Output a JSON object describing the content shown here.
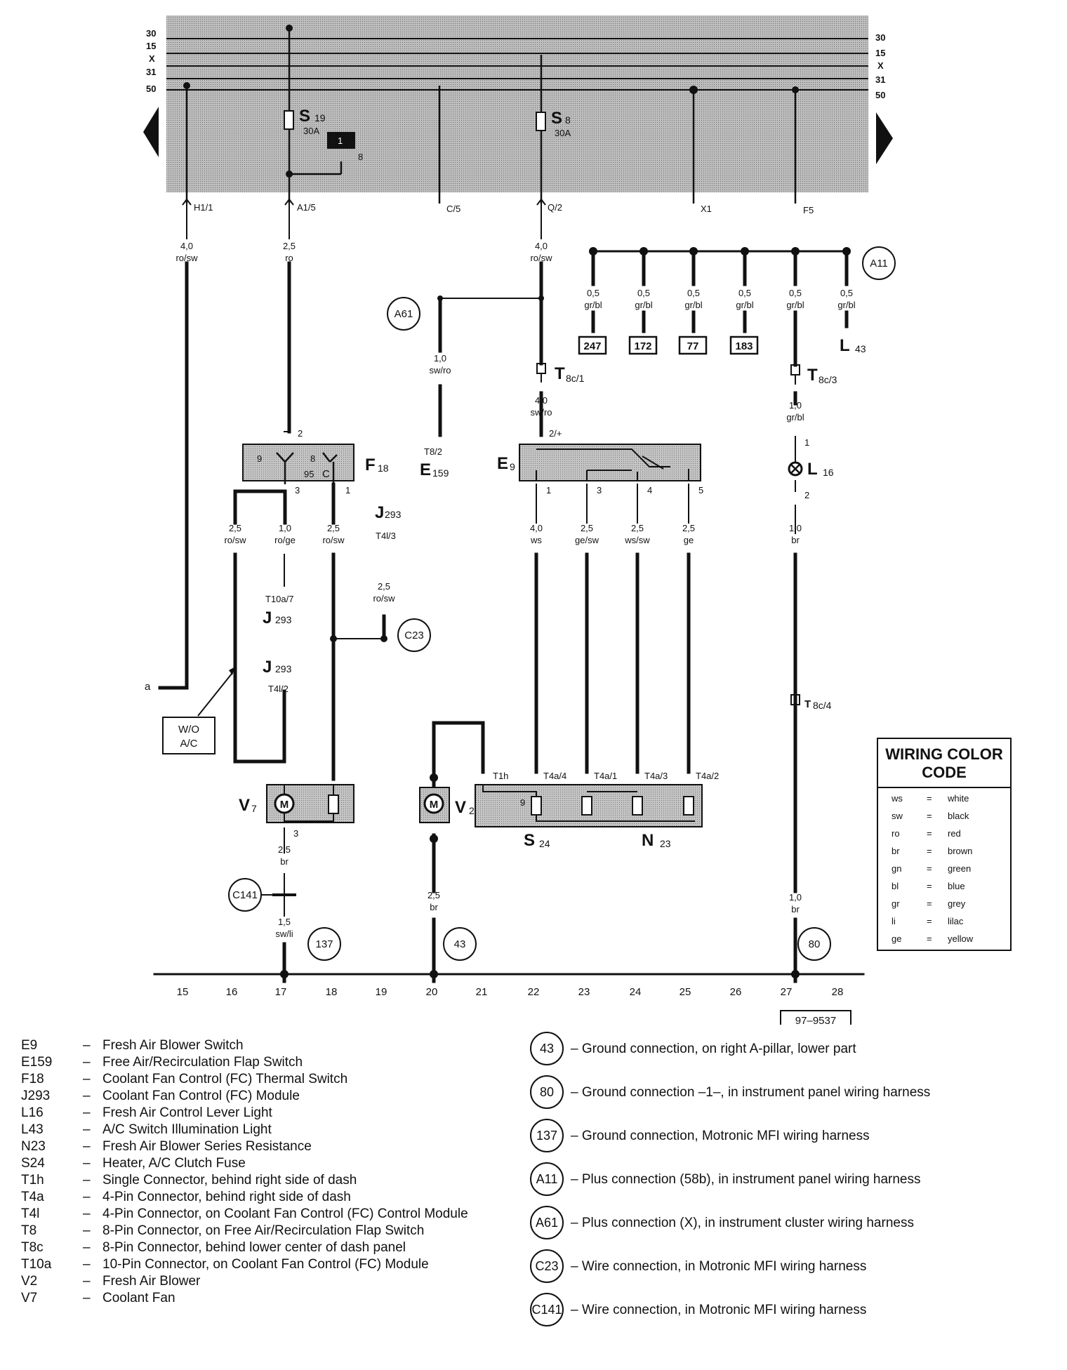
{
  "bus_labels": [
    "30",
    "15",
    "X",
    "31",
    "50"
  ],
  "fuses": [
    {
      "code": "S",
      "sub": "19",
      "rating": "30A"
    },
    {
      "code": "S",
      "sub": "8",
      "rating": "30A"
    }
  ],
  "relay_box": {
    "number": "1",
    "pin": "8"
  },
  "top_terminals": [
    "H1/1",
    "A1/5",
    "C/5",
    "Q/2",
    "X1",
    "F5"
  ],
  "wire_labels": {
    "w_h1": [
      "4,0",
      "ro/sw"
    ],
    "w_a1": [
      "2,5",
      "ro"
    ],
    "w_q2": [
      "4,0",
      "ro/sw"
    ],
    "w_a61": [
      "1,0",
      "sw/ro"
    ],
    "w_t8c1": [
      "4,0",
      "sw/ro"
    ],
    "w_a11": [
      "0,5",
      "gr/bl"
    ],
    "w_t8c3": [
      "1,0",
      "gr/bl"
    ],
    "w_f18a": [
      "2,5",
      "ro/sw"
    ],
    "w_f18b": [
      "1,0",
      "ro/ge"
    ],
    "w_f18c": [
      "2,5",
      "ro/sw"
    ],
    "w_j293": [
      "2,5",
      "ro/sw"
    ],
    "w_e9_1": [
      "4,0",
      "ws"
    ],
    "w_e9_3": [
      "2,5",
      "ge/sw"
    ],
    "w_e9_4": [
      "2,5",
      "ws/sw"
    ],
    "w_e9_5": [
      "2,5",
      "ge"
    ],
    "w_l16": [
      "1,0",
      "br"
    ],
    "w_v7": [
      "2,5",
      "br"
    ],
    "w_c141": [
      "1,5",
      "sw/li"
    ],
    "w_v2": [
      "2,5",
      "br"
    ],
    "w_80": [
      "1,0",
      "br"
    ]
  },
  "ref_boxes": [
    "247",
    "172",
    "77",
    "183"
  ],
  "components": {
    "f18": {
      "code": "F",
      "sub": "18",
      "pin3": "3",
      "pin1": "1",
      "pin2": "2",
      "i1": "9",
      "i2": "8",
      "i3": "95",
      "i4": "C"
    },
    "e9": {
      "code": "E",
      "sub": "9",
      "pin_top": "2/+",
      "pins": [
        "1",
        "3",
        "4",
        "5"
      ]
    },
    "e159": {
      "code": "E",
      "sub": "159",
      "conn": "T8/2"
    },
    "l43": {
      "code": "L",
      "sub": "43"
    },
    "l16": {
      "code": "L",
      "sub": "16",
      "pin1": "1",
      "pin2": "2"
    },
    "j293_a": {
      "code": "J",
      "sub": "293",
      "conn": "T4l/3"
    },
    "j293_b": {
      "code": "J",
      "sub": "293",
      "conn": "T10a/7"
    },
    "j293_c": {
      "code": "J",
      "sub": "293",
      "conn": "T4l/2"
    },
    "v7": {
      "code": "V",
      "sub": "7",
      "pin": "3"
    },
    "v2": {
      "code": "V",
      "sub": "2"
    },
    "s24": {
      "code": "S",
      "sub": "24"
    },
    "n23": {
      "code": "N",
      "sub": "23"
    },
    "t8c1": {
      "code": "T",
      "sub": "8c/1"
    },
    "t8c3": {
      "code": "T",
      "sub": "8c/3"
    },
    "t8c4": {
      "code": "T",
      "sub": "8c/4"
    },
    "t1h": "T1h",
    "t4a": [
      "T4a/4",
      "T4a/1",
      "T4a/3",
      "T4a/2"
    ],
    "res_pin": "9",
    "motor_glyph": "M"
  },
  "circles": {
    "a61": "A61",
    "a11": "A11",
    "c23": "C23",
    "c141": "C141",
    "g137": "137",
    "g43": "43",
    "g80": "80"
  },
  "wo_ac": [
    "W/O",
    "A/C"
  ],
  "ref_a": "a",
  "ground_numbers": [
    "15",
    "16",
    "17",
    "18",
    "19",
    "20",
    "21",
    "22",
    "23",
    "24",
    "25",
    "26",
    "27",
    "28"
  ],
  "diagram_id": "97–9537",
  "color_code": {
    "title": [
      "WIRING COLOR",
      "CODE"
    ],
    "rows": [
      [
        "ws",
        "=",
        "white"
      ],
      [
        "sw",
        "=",
        "black"
      ],
      [
        "ro",
        "=",
        "red"
      ],
      [
        "br",
        "=",
        "brown"
      ],
      [
        "gn",
        "=",
        "green"
      ],
      [
        "bl",
        "=",
        "blue"
      ],
      [
        "gr",
        "=",
        "grey"
      ],
      [
        "li",
        "=",
        "lilac"
      ],
      [
        "ge",
        "=",
        "yellow"
      ]
    ]
  },
  "legend": [
    {
      "code": "E9",
      "desc": "Fresh Air Blower Switch"
    },
    {
      "code": "E159",
      "desc": "Free Air/Recirculation Flap Switch"
    },
    {
      "code": "F18",
      "desc": "Coolant Fan Control (FC) Thermal Switch"
    },
    {
      "code": "J293",
      "desc": "Coolant Fan Control (FC) Module"
    },
    {
      "code": "L16",
      "desc": "Fresh Air Control Lever Light"
    },
    {
      "code": "L43",
      "desc": "A/C Switch Illumination Light"
    },
    {
      "code": "N23",
      "desc": "Fresh Air Blower Series Resistance"
    },
    {
      "code": "S24",
      "desc": "Heater, A/C Clutch Fuse"
    },
    {
      "code": "T1h",
      "desc": "Single Connector, behind right side of dash"
    },
    {
      "code": "T4a",
      "desc": "4-Pin Connector, behind right side of dash"
    },
    {
      "code": "T4l",
      "desc": "4-Pin Connector, on Coolant Fan Control (FC) Control Module"
    },
    {
      "code": "T8",
      "desc": "8-Pin Connector, on Free Air/Recirculation Flap Switch"
    },
    {
      "code": "T8c",
      "desc": "8-Pin Connector, behind lower center of dash panel"
    },
    {
      "code": "T10a",
      "desc": "10-Pin Connector, on Coolant Fan Control (FC) Module"
    },
    {
      "code": "V2",
      "desc": "Fresh Air Blower"
    },
    {
      "code": "V7",
      "desc": "Coolant Fan"
    }
  ],
  "connections": [
    {
      "id": "43",
      "desc": "Ground connection, on right A-pillar, lower part"
    },
    {
      "id": "80",
      "desc": "Ground connection –1–, in instrument panel wiring harness"
    },
    {
      "id": "137",
      "desc": "Ground connection, Motronic MFI wiring harness"
    },
    {
      "id": "A11",
      "desc": "Plus connection (58b), in instrument panel wiring harness"
    },
    {
      "id": "A61",
      "desc": "Plus connection (X), in instrument cluster wiring harness"
    },
    {
      "id": "C23",
      "desc": "Wire connection, in Motronic MFI wiring harness"
    },
    {
      "id": "C141",
      "desc": "Wire connection, in Motronic MFI wiring harness"
    }
  ],
  "colors": {
    "panel": "#a9a9a9",
    "wire": "#111111"
  }
}
